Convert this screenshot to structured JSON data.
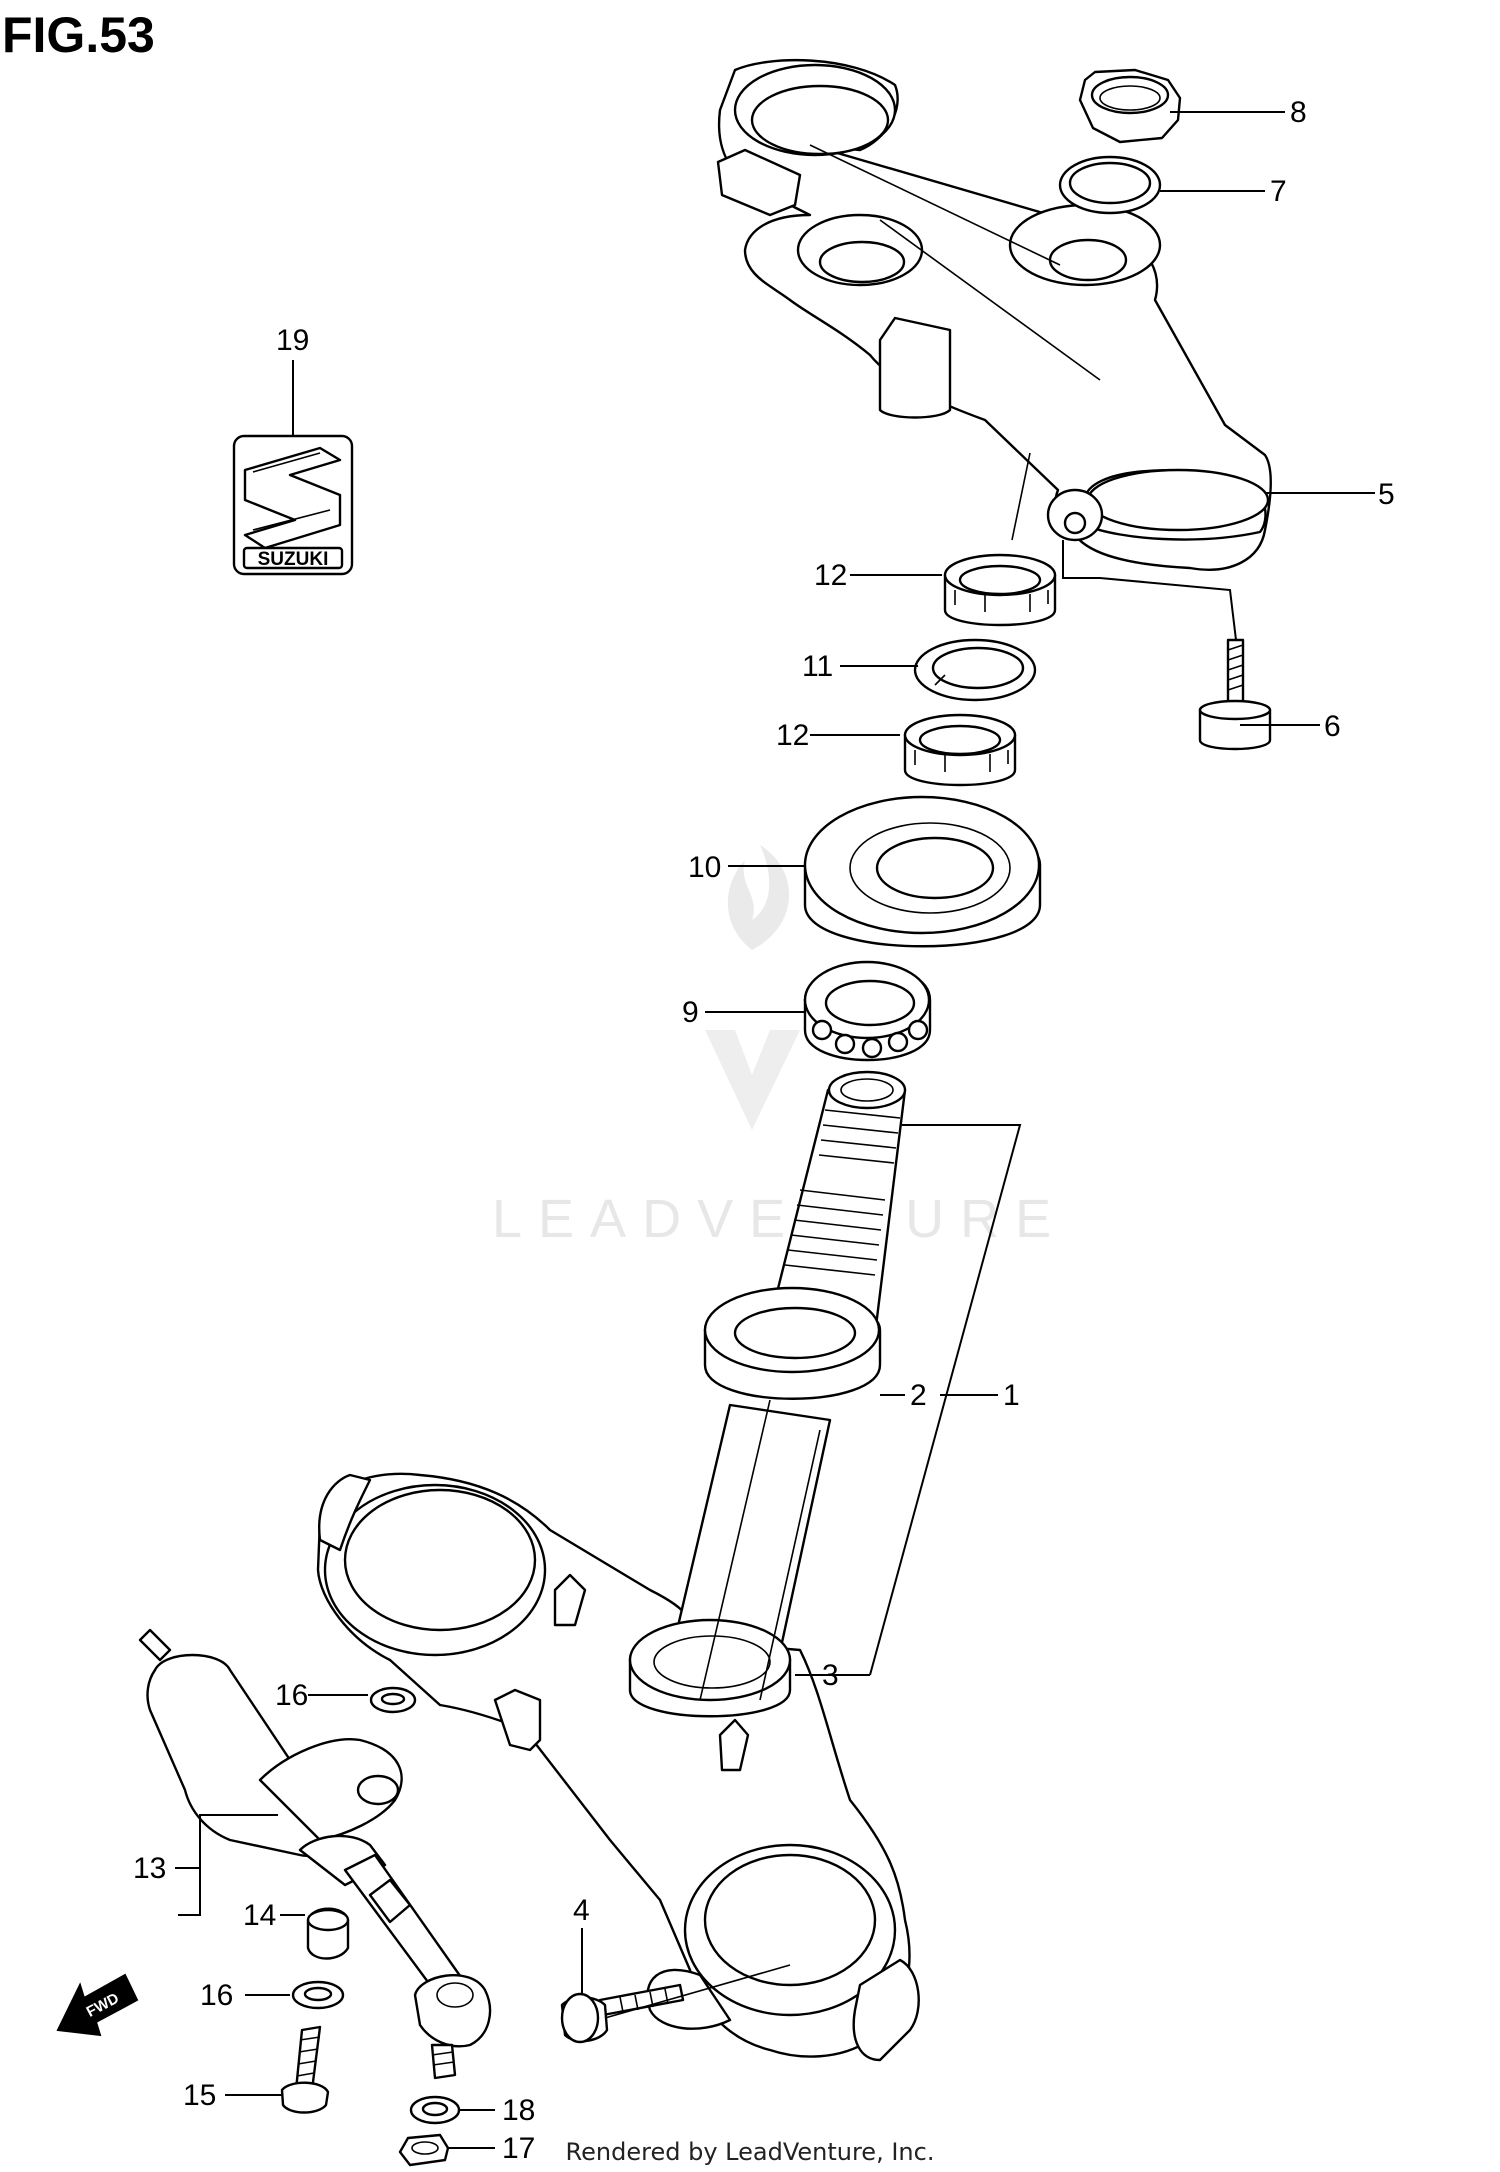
{
  "figure": {
    "title": "FIG.53"
  },
  "footer": {
    "text": "Rendered by LeadVenture, Inc."
  },
  "watermark": {
    "text": "LEADVENTURE"
  },
  "logo": {
    "brand": "SUZUKI",
    "icon": "suzuki-s-logo-icon"
  },
  "fwd_arrow": {
    "label": "FWD",
    "icon": "forward-arrow-icon"
  },
  "callouts": {
    "c1": "1",
    "c2": "2",
    "c3": "3",
    "c4": "4",
    "c5": "5",
    "c6": "6",
    "c7": "7",
    "c8": "8",
    "c9": "9",
    "c10": "10",
    "c11": "11",
    "c12a": "12",
    "c12b": "12",
    "c13": "13",
    "c14": "14",
    "c15": "15",
    "c16a": "16",
    "c16b": "16",
    "c17": "17",
    "c18": "18",
    "c19": "19"
  },
  "colors": {
    "line": "#000000",
    "background": "#ffffff",
    "watermark": "#e5e5e5"
  }
}
